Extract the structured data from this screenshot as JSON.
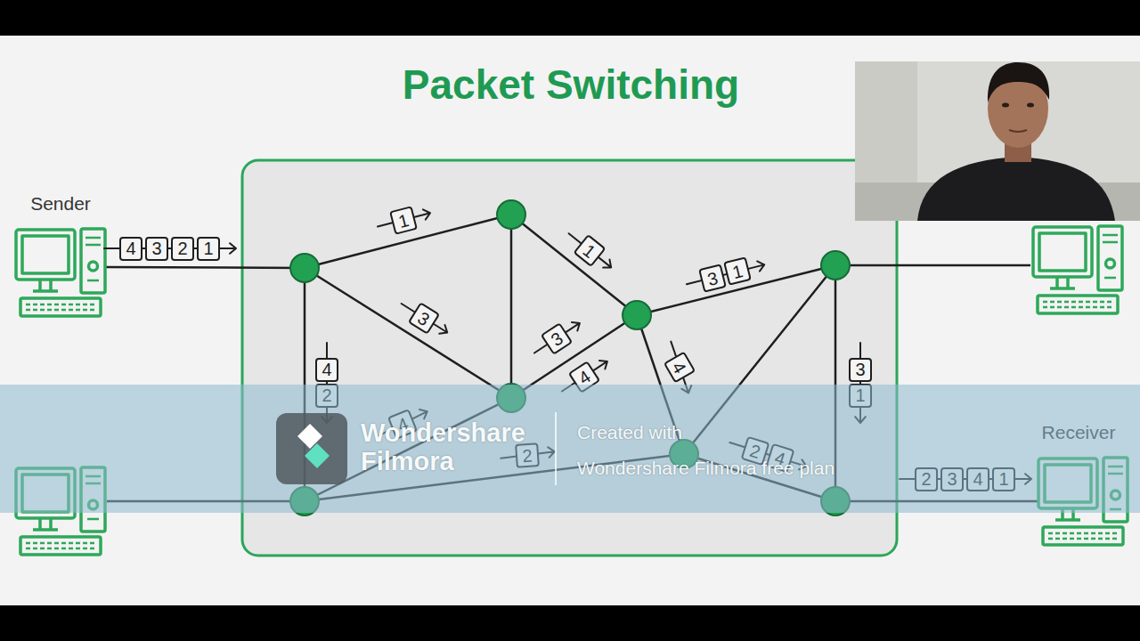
{
  "diagram": {
    "title": "Packet Switching",
    "nodes": [
      {
        "text": [
          "Sender"
        ]
      },
      {
        "text": [
          "4"
        ]
      },
      {
        "text": [
          "3"
        ]
      },
      {
        "text": [
          "2"
        ]
      },
      {
        "text": [
          "1"
        ]
      },
      {
        "text": [
          "1"
        ]
      },
      {
        "text": [
          "1"
        ]
      },
      {
        "text": [
          "3"
        ]
      },
      {
        "text": [
          "4"
        ]
      },
      {
        "text": [
          "2"
        ]
      },
      {
        "text": [
          "3"
        ]
      },
      {
        "text": [
          "4"
        ]
      },
      {
        "text": [
          "3"
        ]
      },
      {
        "text": [
          "1"
        ]
      },
      {
        "text": [
          "4"
        ]
      },
      {
        "text": [
          "4"
        ]
      },
      {
        "text": [
          "2"
        ]
      },
      {
        "text": [
          "2"
        ]
      },
      {
        "text": [
          "4"
        ]
      },
      {
        "text": [
          "3"
        ]
      },
      {
        "text": [
          "1"
        ]
      },
      {
        "text": [
          "Receiver"
        ]
      },
      {
        "text": [
          "2"
        ]
      },
      {
        "text": [
          "3"
        ]
      },
      {
        "text": [
          "4"
        ]
      },
      {
        "text": [
          "1"
        ]
      }
    ],
    "labels": [
      "Wondershare Filmora",
      "Created with",
      "Wondershare Filmora free plan"
    ]
  }
}
